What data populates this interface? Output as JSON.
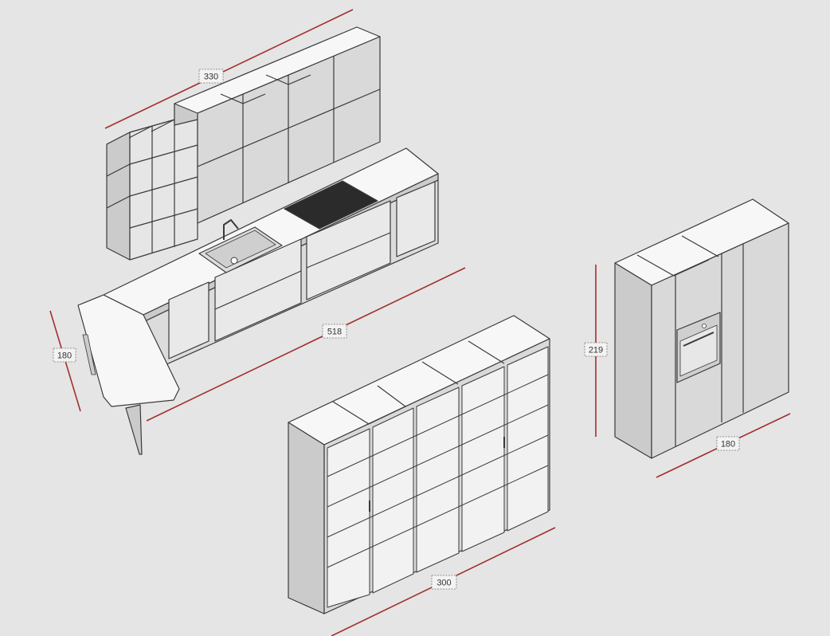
{
  "colors": {
    "background": "#e5e5e5",
    "dimension_line": "#a32f2f",
    "outline": "#3a3a3a",
    "face_top": "#f7f7f7",
    "face_front": "#dcdcdc",
    "face_side": "#cbcbcb",
    "hob": "#2b2b2b",
    "label_bg": "#f3f3f3"
  },
  "dimensions": {
    "wall_units_width": "330",
    "island_length": "518",
    "island_depth": "180",
    "bookcase_width": "300",
    "tall_units_height": "219",
    "tall_units_width": "180"
  }
}
